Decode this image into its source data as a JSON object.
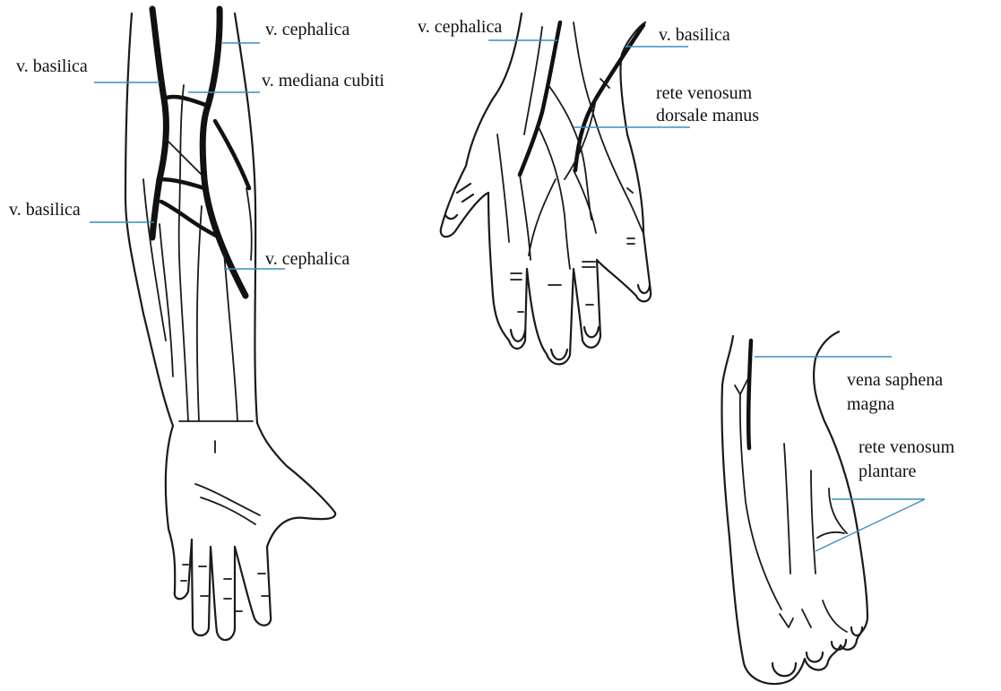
{
  "colors": {
    "leader": "#3a8fc0",
    "line": "#1a1a1a",
    "background": "#ffffff"
  },
  "labels": {
    "arm_cephalica_top": "v. cephalica",
    "arm_basilica_top": "v. basilica",
    "arm_mediana_cubiti": "v. mediana cubiti",
    "arm_basilica_low": "v. basilica",
    "arm_cephalica_low": "v. cephalica",
    "hand_cephalica": "v. cephalica",
    "hand_basilica": "v. basilica",
    "hand_rete_line1": "rete venosum",
    "hand_rete_line2": "dorsale manus",
    "foot_saphena_line1": "vena saphena",
    "foot_saphena_line2": "magna",
    "foot_rete_line1": "rete venosum",
    "foot_rete_line2": "plantare"
  }
}
